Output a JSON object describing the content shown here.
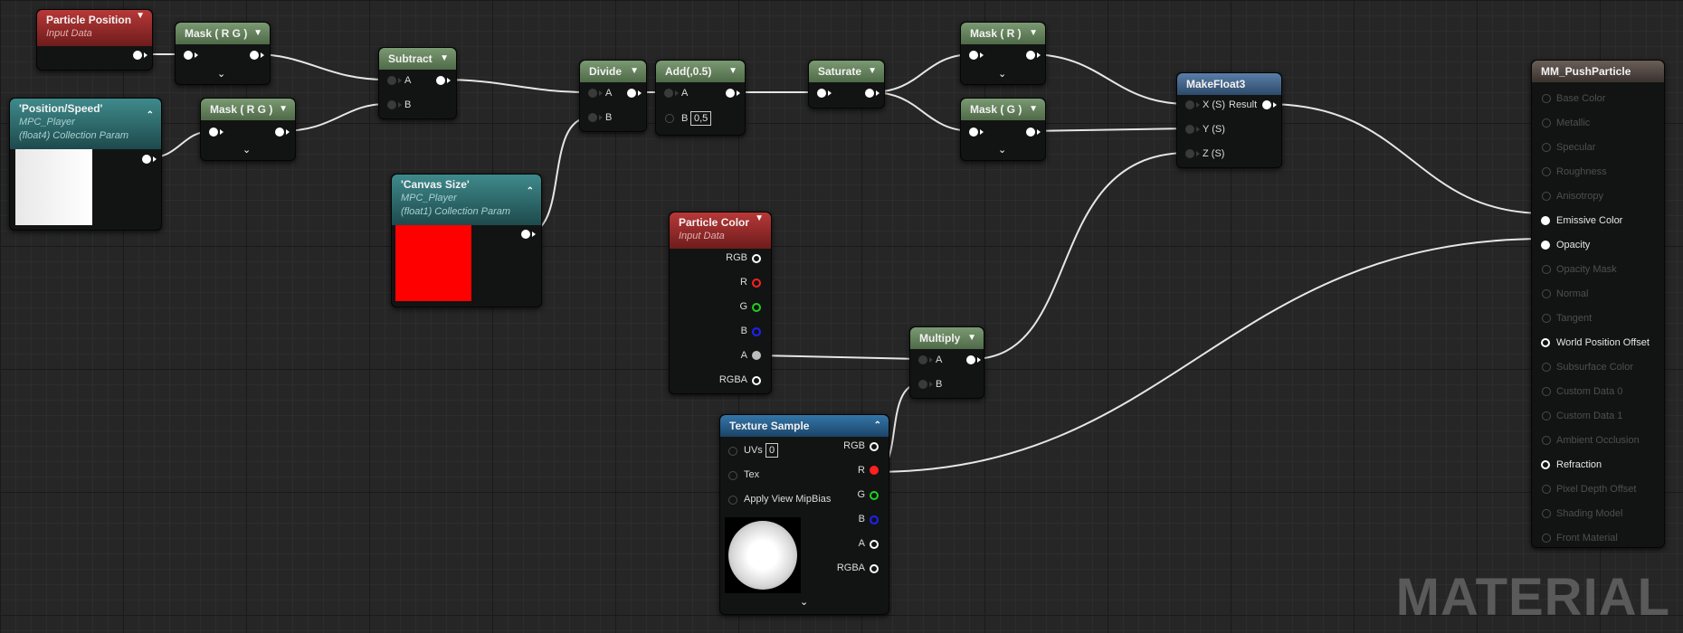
{
  "nodes": {
    "particle_position": {
      "title": "Particle Position",
      "subtitle": "Input Data"
    },
    "mask_rg_1": {
      "title": "Mask ( R G )"
    },
    "position_speed": {
      "title": "'Position/Speed'",
      "line1": "MPC_Player",
      "line2": "(float4) Collection Param"
    },
    "mask_rg_2": {
      "title": "Mask ( R G )"
    },
    "subtract": {
      "title": "Subtract",
      "pin_a": "A",
      "pin_b": "B"
    },
    "canvas_size": {
      "title": "'Canvas Size'",
      "line1": "MPC_Player",
      "line2": "(float1) Collection Param"
    },
    "divide": {
      "title": "Divide",
      "pin_a": "A",
      "pin_b": "B"
    },
    "add": {
      "title": "Add(,0.5)",
      "pin_a": "A",
      "pin_b": "B",
      "b_value": "0,5"
    },
    "saturate": {
      "title": "Saturate"
    },
    "mask_r": {
      "title": "Mask ( R )"
    },
    "mask_g": {
      "title": "Mask ( G )"
    },
    "makefloat3": {
      "title": "MakeFloat3",
      "pin_x": "X (S)",
      "pin_y": "Y (S)",
      "pin_z": "Z (S)",
      "result": "Result"
    },
    "particle_color": {
      "title": "Particle Color",
      "subtitle": "Input Data",
      "pins": [
        "RGB",
        "R",
        "G",
        "B",
        "A",
        "RGBA"
      ]
    },
    "multiply": {
      "title": "Multiply",
      "pin_a": "A",
      "pin_b": "B"
    },
    "texture_sample": {
      "title": "Texture Sample",
      "uvs": "UVs",
      "uvs_value": "0",
      "tex": "Tex",
      "mipbias": "Apply View MipBias",
      "pins": [
        "RGB",
        "R",
        "G",
        "B",
        "A",
        "RGBA"
      ]
    },
    "material": {
      "title": "MM_PushParticle",
      "pins": [
        "Base Color",
        "Metallic",
        "Specular",
        "Roughness",
        "Anisotropy",
        "Emissive Color",
        "Opacity",
        "Opacity Mask",
        "Normal",
        "Tangent",
        "World Position Offset",
        "Subsurface Color",
        "Custom Data 0",
        "Custom Data 1",
        "Ambient Occlusion",
        "Refraction",
        "Pixel Depth Offset",
        "Shading Model",
        "Front Material"
      ]
    }
  },
  "watermark": "MATERIAL",
  "colors": {
    "pin_red": "#ff2020",
    "pin_green": "#20d020",
    "pin_blue": "#2020ff",
    "canvas_swatch": "#ff0000"
  }
}
